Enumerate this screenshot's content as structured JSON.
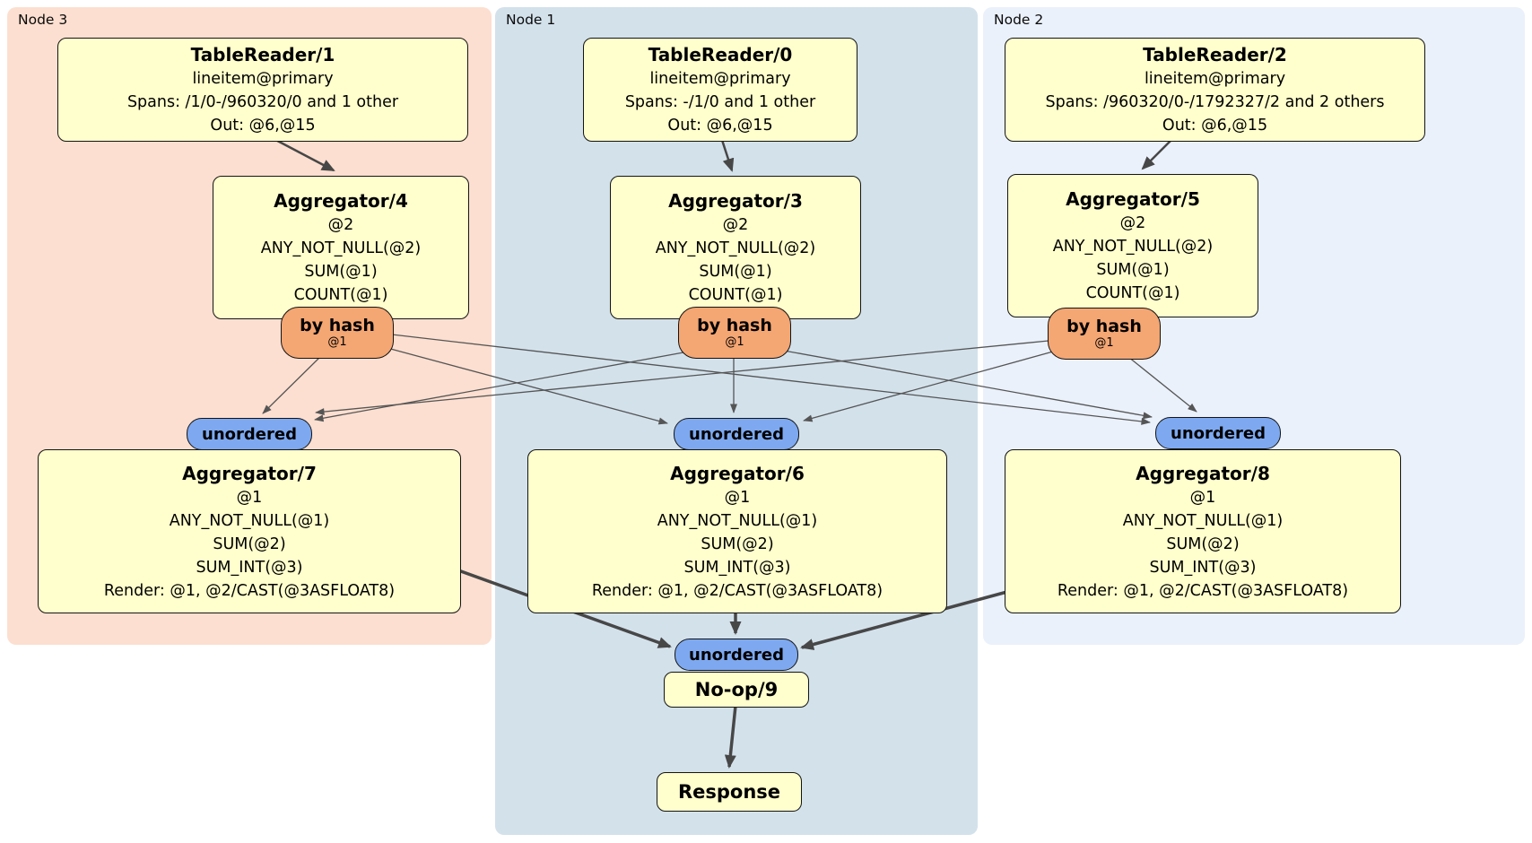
{
  "regions": {
    "node3": {
      "label": "Node 3"
    },
    "node1": {
      "label": "Node 1"
    },
    "node2": {
      "label": "Node 2"
    }
  },
  "boxes": {
    "tr1": {
      "title": "TableReader/1",
      "lines": [
        "lineitem@primary",
        "Spans: /1/0-/960320/0 and 1 other",
        "Out: @6,@15"
      ]
    },
    "tr0": {
      "title": "TableReader/0",
      "lines": [
        "lineitem@primary",
        "Spans: -/1/0 and 1 other",
        "Out: @6,@15"
      ]
    },
    "tr2": {
      "title": "TableReader/2",
      "lines": [
        "lineitem@primary",
        "Spans: /960320/0-/1792327/2 and 2 others",
        "Out: @6,@15"
      ]
    },
    "agg4": {
      "title": "Aggregator/4",
      "lines": [
        "@2",
        "ANY_NOT_NULL(@2)",
        "SUM(@1)",
        "COUNT(@1)"
      ]
    },
    "agg3": {
      "title": "Aggregator/3",
      "lines": [
        "@2",
        "ANY_NOT_NULL(@2)",
        "SUM(@1)",
        "COUNT(@1)"
      ]
    },
    "agg5": {
      "title": "Aggregator/5",
      "lines": [
        "@2",
        "ANY_NOT_NULL(@2)",
        "SUM(@1)",
        "COUNT(@1)"
      ]
    },
    "agg7": {
      "title": "Aggregator/7",
      "lines": [
        "@1",
        "ANY_NOT_NULL(@1)",
        "SUM(@2)",
        "SUM_INT(@3)",
        "Render: @1, @2/CAST(@3ASFLOAT8)"
      ]
    },
    "agg6": {
      "title": "Aggregator/6",
      "lines": [
        "@1",
        "ANY_NOT_NULL(@1)",
        "SUM(@2)",
        "SUM_INT(@3)",
        "Render: @1, @2/CAST(@3ASFLOAT8)"
      ]
    },
    "agg8": {
      "title": "Aggregator/8",
      "lines": [
        "@1",
        "ANY_NOT_NULL(@1)",
        "SUM(@2)",
        "SUM_INT(@3)",
        "Render: @1, @2/CAST(@3ASFLOAT8)"
      ]
    },
    "noop": {
      "title": "No-op/9"
    },
    "response": {
      "title": "Response"
    }
  },
  "routers": {
    "by_hash": {
      "label": "by hash",
      "sub": "@1"
    },
    "unordered": {
      "label": "unordered"
    }
  },
  "colors": {
    "node3_bg": "#fcdfd0",
    "node1_bg": "#d3e1eb",
    "node2_bg": "#eaf1fb",
    "box_bg": "#ffffcd",
    "by_hash_bg": "#f4a673",
    "unordered_bg": "#7ea9f0",
    "edge": "#474747"
  }
}
